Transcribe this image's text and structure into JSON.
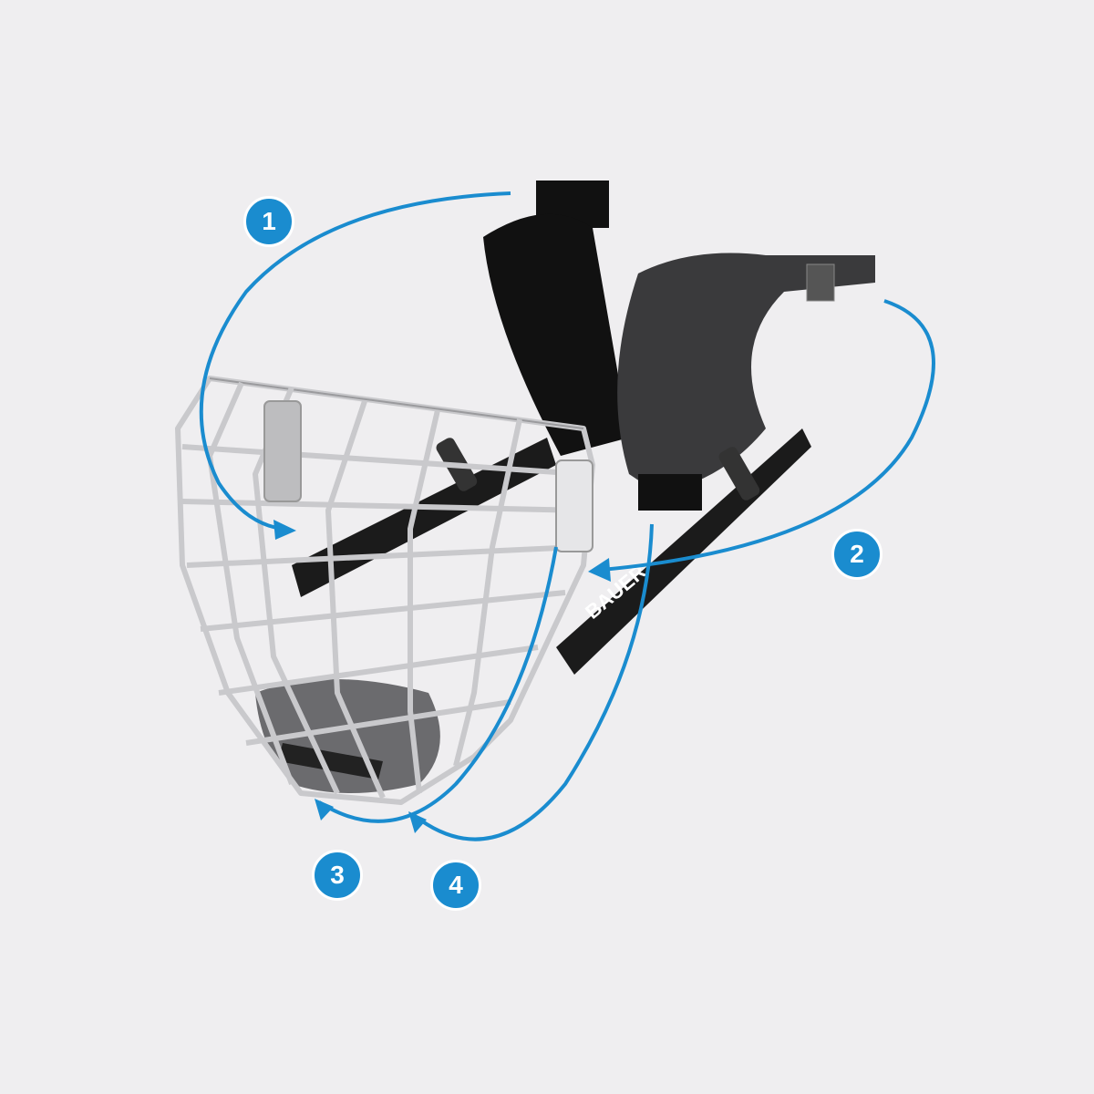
{
  "colors": {
    "background": "#efeef0",
    "accent": "#1a8ccf",
    "cage": "#c9c9cc",
    "strap": "#1b1b1b",
    "pad": "#3a3a3c"
  },
  "steps": [
    {
      "label": "1"
    },
    {
      "label": "2"
    },
    {
      "label": "3"
    },
    {
      "label": "4"
    }
  ],
  "logo_text": "BAUER"
}
